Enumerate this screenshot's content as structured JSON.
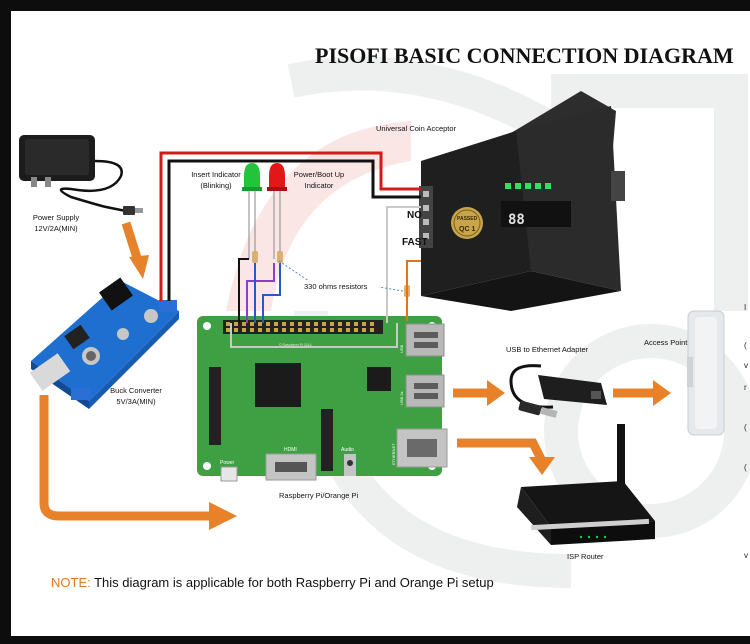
{
  "title": "PISOFI BASIC CONNECTION DIAGRAM",
  "labels": {
    "coin_acceptor": "Universal Coin Acceptor",
    "insert_indicator_1": "Insert Indicator",
    "insert_indicator_2": "(Blinking)",
    "power_indicator_1": "Power/Boot Up",
    "power_indicator_2": "Indicator",
    "resistors": "330 ohms resistors",
    "power_supply_1": "Power Supply",
    "power_supply_2": "12V/2A(MIN)",
    "buck_converter_1": "Buck Converter",
    "buck_converter_2": "5V/3A(MIN)",
    "raspberry_pi": "Raspberry Pi/Orange Pi",
    "usb_ethernet": "USB to Ethernet Adapter",
    "access_point": "Access Point",
    "isp_router": "ISP Router",
    "no": "NO",
    "fast": "FAST",
    "coin_display": "88",
    "qc_seal_top": "PASSED",
    "qc_seal_bottom": "QC 1",
    "pi_hdmi": "HDMI",
    "pi_audio": "Audio",
    "pi_power": "Power",
    "pi_usb1": "USB",
    "pi_usb2": "USB 2x",
    "pi_ethernet": "ETHERNET",
    "pi_brand": "© Raspberry Pi 2014"
  },
  "note": {
    "prefix": "NOTE:",
    "text": " This diagram is applicable for both Raspberry Pi and Orange Pi setup"
  },
  "colors": {
    "arrow": "#e8822a",
    "wire_red": "#d11a1a",
    "wire_black": "#111111",
    "wire_blue": "#2b57c9",
    "wire_purple": "#8a3fc9",
    "wire_white": "#c9c9c9",
    "wire_orange": "#e0741c",
    "board_green": "#3ea043",
    "buck_blue": "#1f6fd1",
    "led_green": "#23c33a",
    "led_red": "#e21818"
  }
}
